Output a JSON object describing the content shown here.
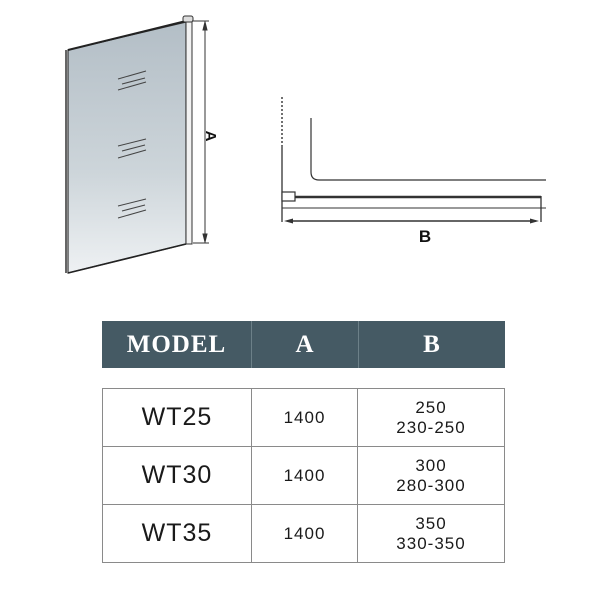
{
  "diagram": {
    "panel_view": {
      "dimension_label": "A",
      "glass_color": "#c7d0d6",
      "frame_color": "#333333"
    },
    "plan_view": {
      "dimension_label": "B"
    }
  },
  "table": {
    "header_color": "#455a64",
    "columns": [
      "MODEL",
      "A",
      "B"
    ],
    "rows": [
      {
        "model": "WT25",
        "a": "1400",
        "b_nominal": "250",
        "b_range": "230-250"
      },
      {
        "model": "WT30",
        "a": "1400",
        "b_nominal": "300",
        "b_range": "280-300"
      },
      {
        "model": "WT35",
        "a": "1400",
        "b_nominal": "350",
        "b_range": "330-350"
      }
    ]
  }
}
